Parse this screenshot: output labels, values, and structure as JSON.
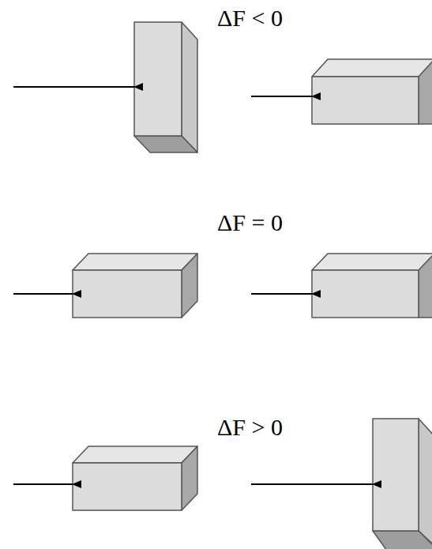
{
  "diagram": {
    "labels": [
      "ΔF < 0",
      "ΔF = 0",
      "ΔF > 0"
    ]
  }
}
